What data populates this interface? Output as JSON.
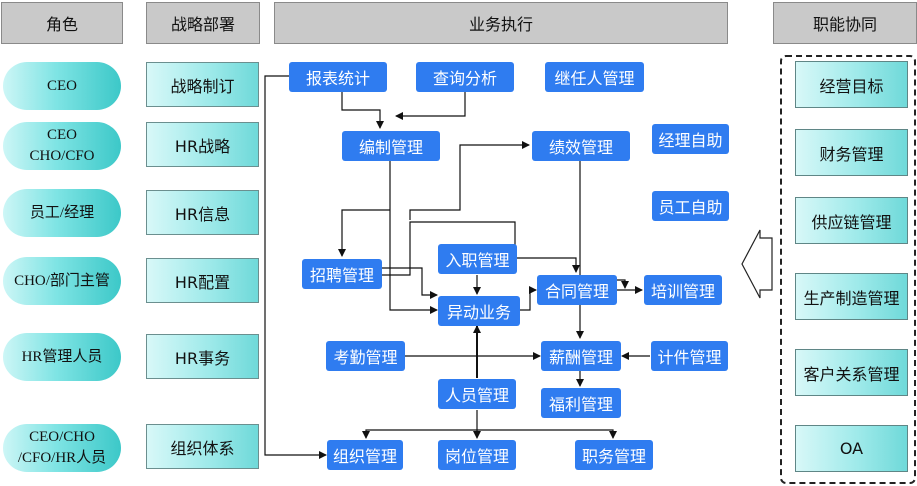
{
  "headers": {
    "roles": "角色",
    "deployment": "战略部署",
    "execution": "业务执行",
    "collaboration": "职能协同"
  },
  "roles": [
    "CEO",
    "CEO\nCHO/CFO",
    "员工/经理",
    "CHO/部门主管",
    "HR管理人员",
    "CEO/CHO\n/CFO/HR人员"
  ],
  "deployment": [
    "战略制订",
    "HR战略",
    "HR信息",
    "HR配置",
    "HR事务",
    "组织体系"
  ],
  "collaboration": [
    "经营目标",
    "财务管理",
    "供应链管理",
    "生产制造管理",
    "客户关系管理",
    "OA"
  ],
  "execution": {
    "report_stats": "报表统计",
    "query_analysis": "查询分析",
    "succession": "继任人管理",
    "staffing": "编制管理",
    "performance": "绩效管理",
    "manager_self_service": "经理自助",
    "employee_self_service": "员工自助",
    "recruitment": "招聘管理",
    "onboarding": "入职管理",
    "transfer": "异动业务",
    "contract": "合同管理",
    "training": "培训管理",
    "attendance": "考勤管理",
    "payroll": "薪酬管理",
    "piecework": "计件管理",
    "personnel": "人员管理",
    "benefits": "福利管理",
    "organization": "组织管理",
    "position": "岗位管理",
    "job_title": "职务管理"
  },
  "colors": {
    "node": "#2f7cf0",
    "header": "#c9c9c9",
    "cyan": "#3cc8c8"
  }
}
